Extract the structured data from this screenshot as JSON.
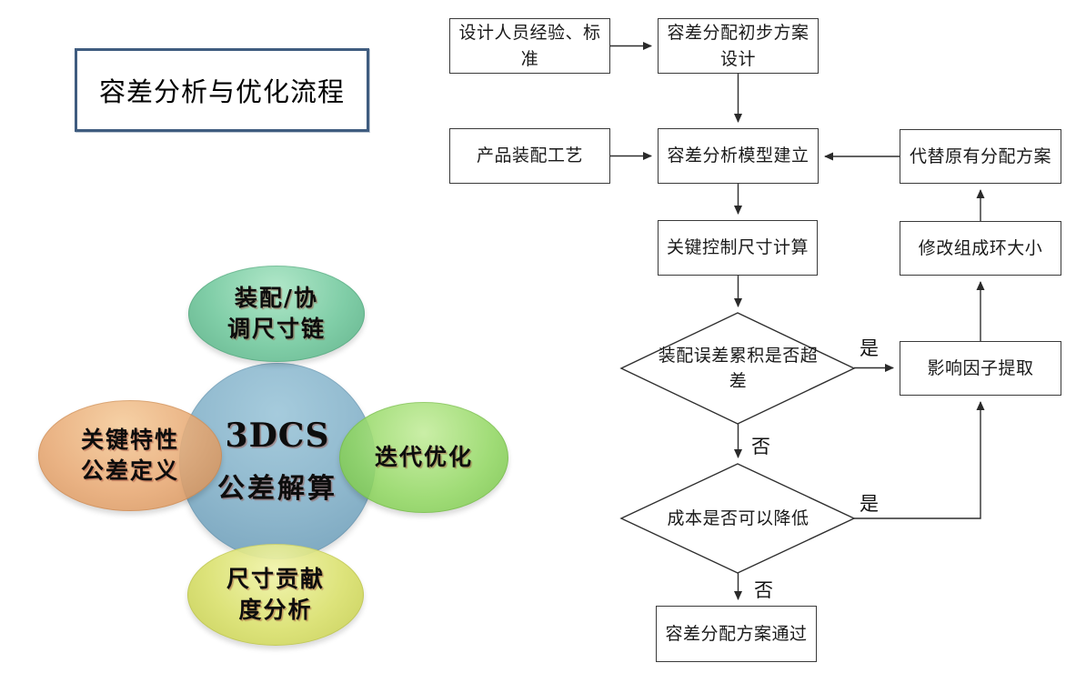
{
  "title": {
    "text": "容差分析与优化流程",
    "border_color": "#3f5c7f"
  },
  "venn": {
    "center": {
      "title": "3DCS",
      "subtitle": "公差解算",
      "color": "#86b2c9"
    },
    "top": {
      "lines": [
        "装配/协",
        "调尺寸链"
      ],
      "color": "#6ac598"
    },
    "left": {
      "lines": [
        "关键特性",
        "公差定义"
      ],
      "color": "#e6a56e"
    },
    "right": {
      "lines": [
        "迭代优化"
      ],
      "color": "#90d660"
    },
    "bottom": {
      "lines": [
        "尺寸贡献",
        "度分析"
      ],
      "color": "#d8df68"
    }
  },
  "flowchart": {
    "boxes": [
      {
        "label": "设计人员经验、标准"
      },
      {
        "label": "容差分配初步方案设计"
      },
      {
        "label": "产品装配工艺"
      },
      {
        "label": "容差分析模型建立"
      },
      {
        "label": "关键控制尺寸计算"
      },
      {
        "label": "代替原有分配方案"
      },
      {
        "label": "修改组成环大小"
      },
      {
        "label": "影响因子提取"
      },
      {
        "label": "容差分配方案通过"
      }
    ],
    "decisions": [
      {
        "label": "装配误差累积是否超差"
      },
      {
        "label": "成本是否可以降低"
      }
    ],
    "branch_labels": {
      "yes": "是",
      "no": "否"
    },
    "line_color": "#2f2f2f"
  }
}
